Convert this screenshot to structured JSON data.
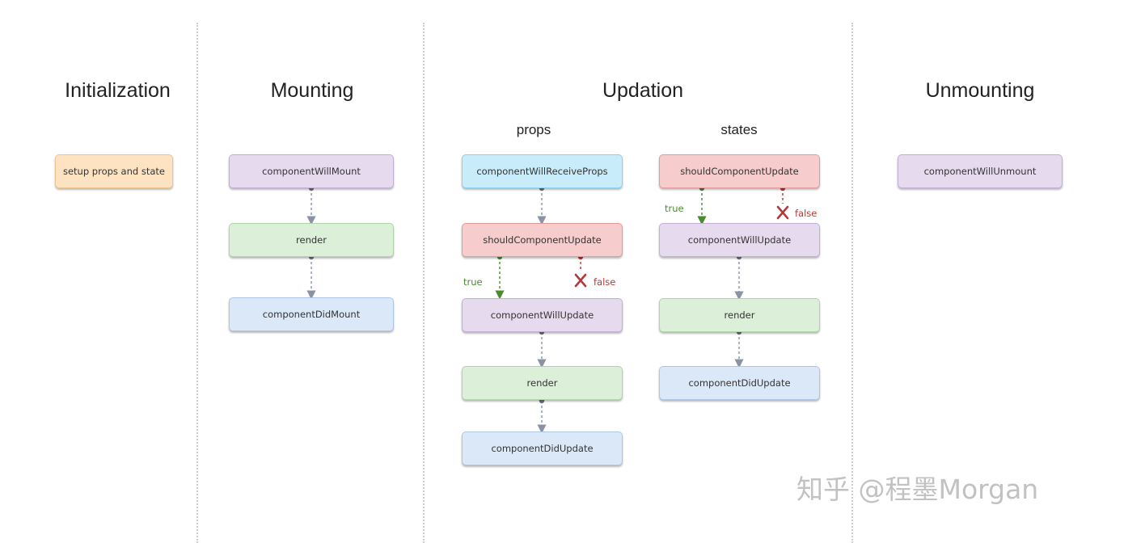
{
  "columns": {
    "initialization": {
      "title": "Initialization",
      "setup": "setup props and state"
    },
    "mounting": {
      "title": "Mounting",
      "will_mount": "componentWillMount",
      "render": "render",
      "did_mount": "componentDidMount"
    },
    "updation": {
      "title": "Updation",
      "props": {
        "title": "props",
        "will_receive_props": "componentWillReceiveProps",
        "should_update": "shouldComponentUpdate",
        "will_update": "componentWillUpdate",
        "render": "render",
        "did_update": "componentDidUpdate",
        "true_label": "true",
        "false_label": "false"
      },
      "states": {
        "title": "states",
        "should_update": "shouldComponentUpdate",
        "will_update": "componentWillUpdate",
        "render": "render",
        "did_update": "componentDidUpdate",
        "true_label": "true",
        "false_label": "false"
      }
    },
    "unmounting": {
      "title": "Unmounting",
      "will_unmount": "componentWillUnmount"
    }
  },
  "watermark": "知乎 @程墨Morgan",
  "colors": {
    "orange": "#fde3c2",
    "purple": "#e6dbee",
    "green": "#dcefd9",
    "blue": "#dbe8f8",
    "cyan": "#c9ecfa",
    "red": "#f6cccc",
    "connector": "#8a93a6",
    "true": "#4b8a31",
    "false": "#b23a3a"
  }
}
